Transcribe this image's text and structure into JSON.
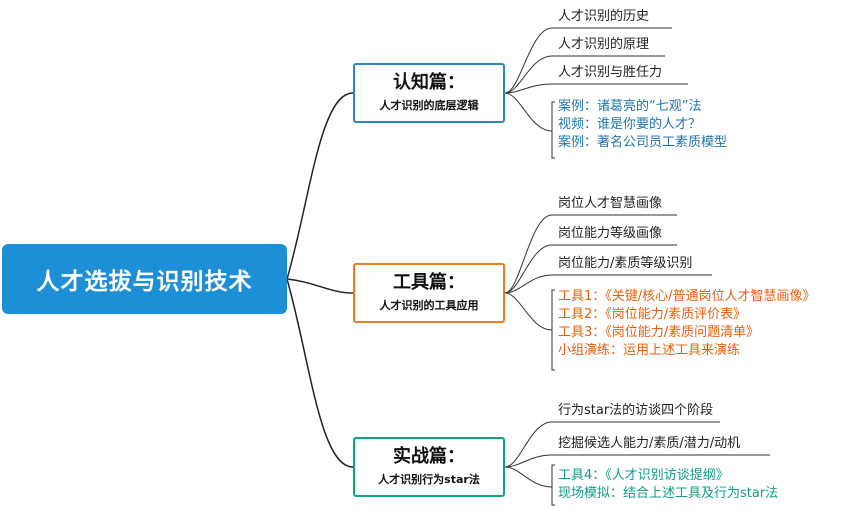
{
  "root": {
    "title": "人才选拔与识别技术"
  },
  "branches": [
    {
      "title": "认知篇：",
      "subtitle": "人才识别的底层逻辑",
      "color": "#2e86c1",
      "items": [
        "人才识别的历史",
        "人才识别的原理",
        "人才识别与胜任力"
      ],
      "notes": [
        "案例：诸葛亮的“七观”法",
        "视频：谁是你要的人才？",
        "案例：著名公司员工素质模型"
      ]
    },
    {
      "title": "工具篇：",
      "subtitle": "人才识别的工具应用",
      "color": "#e67e22",
      "items": [
        "岗位人才智慧画像",
        "岗位能力等级画像",
        "岗位能力/素质等级识别"
      ],
      "notes": [
        "工具1：《关键/核心/普通岗位人才智慧画像》",
        "工具2：《岗位能力/素质评价表》",
        "工具3：《岗位能力/素质问题清单》",
        "小组演练：运用上述工具来演练"
      ]
    },
    {
      "title": "实战篇：",
      "subtitle": "人才识别行为star法",
      "color": "#16a085",
      "items": [
        "行为star法的访谈四个阶段",
        "挖掘候选人能力/素质/潜力/动机"
      ],
      "notes": [
        "工具4：《人才识别访谈提纲》",
        "现场模拟：结合上述工具及行为star法"
      ]
    }
  ]
}
